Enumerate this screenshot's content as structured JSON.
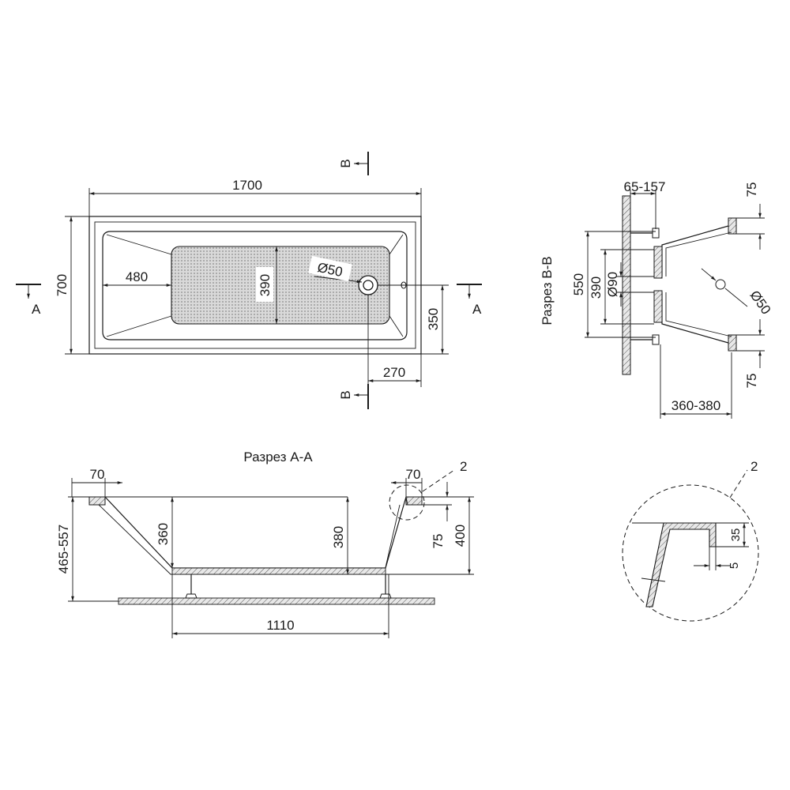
{
  "top_view": {
    "length": "1700",
    "width": "700",
    "bottom_length": "480",
    "bottom_width": "390",
    "drain_diameter": "Ø50",
    "drain_offset_y": "350",
    "drain_offset_x": "270",
    "section_a": "A",
    "section_b": "B"
  },
  "section_b": {
    "title": "Разрез В-В",
    "frame_offset": "65-157",
    "top_margin": "75",
    "bottom_margin": "75",
    "height_outer": "550",
    "height_inner": "390",
    "drain_size": "Ø90",
    "overflow_size": "Ø50",
    "depth": "360-380"
  },
  "section_a": {
    "title": "Разрез А-А",
    "rim_left": "70",
    "rim_right": "70",
    "height_total": "465-557",
    "depth_left": "360",
    "depth_right": "380",
    "rim_drop": "75",
    "height_right": "400",
    "bottom_length": "1110",
    "callout": "2"
  },
  "detail": {
    "callout": "2",
    "rim_height": "35",
    "wall": "5"
  }
}
